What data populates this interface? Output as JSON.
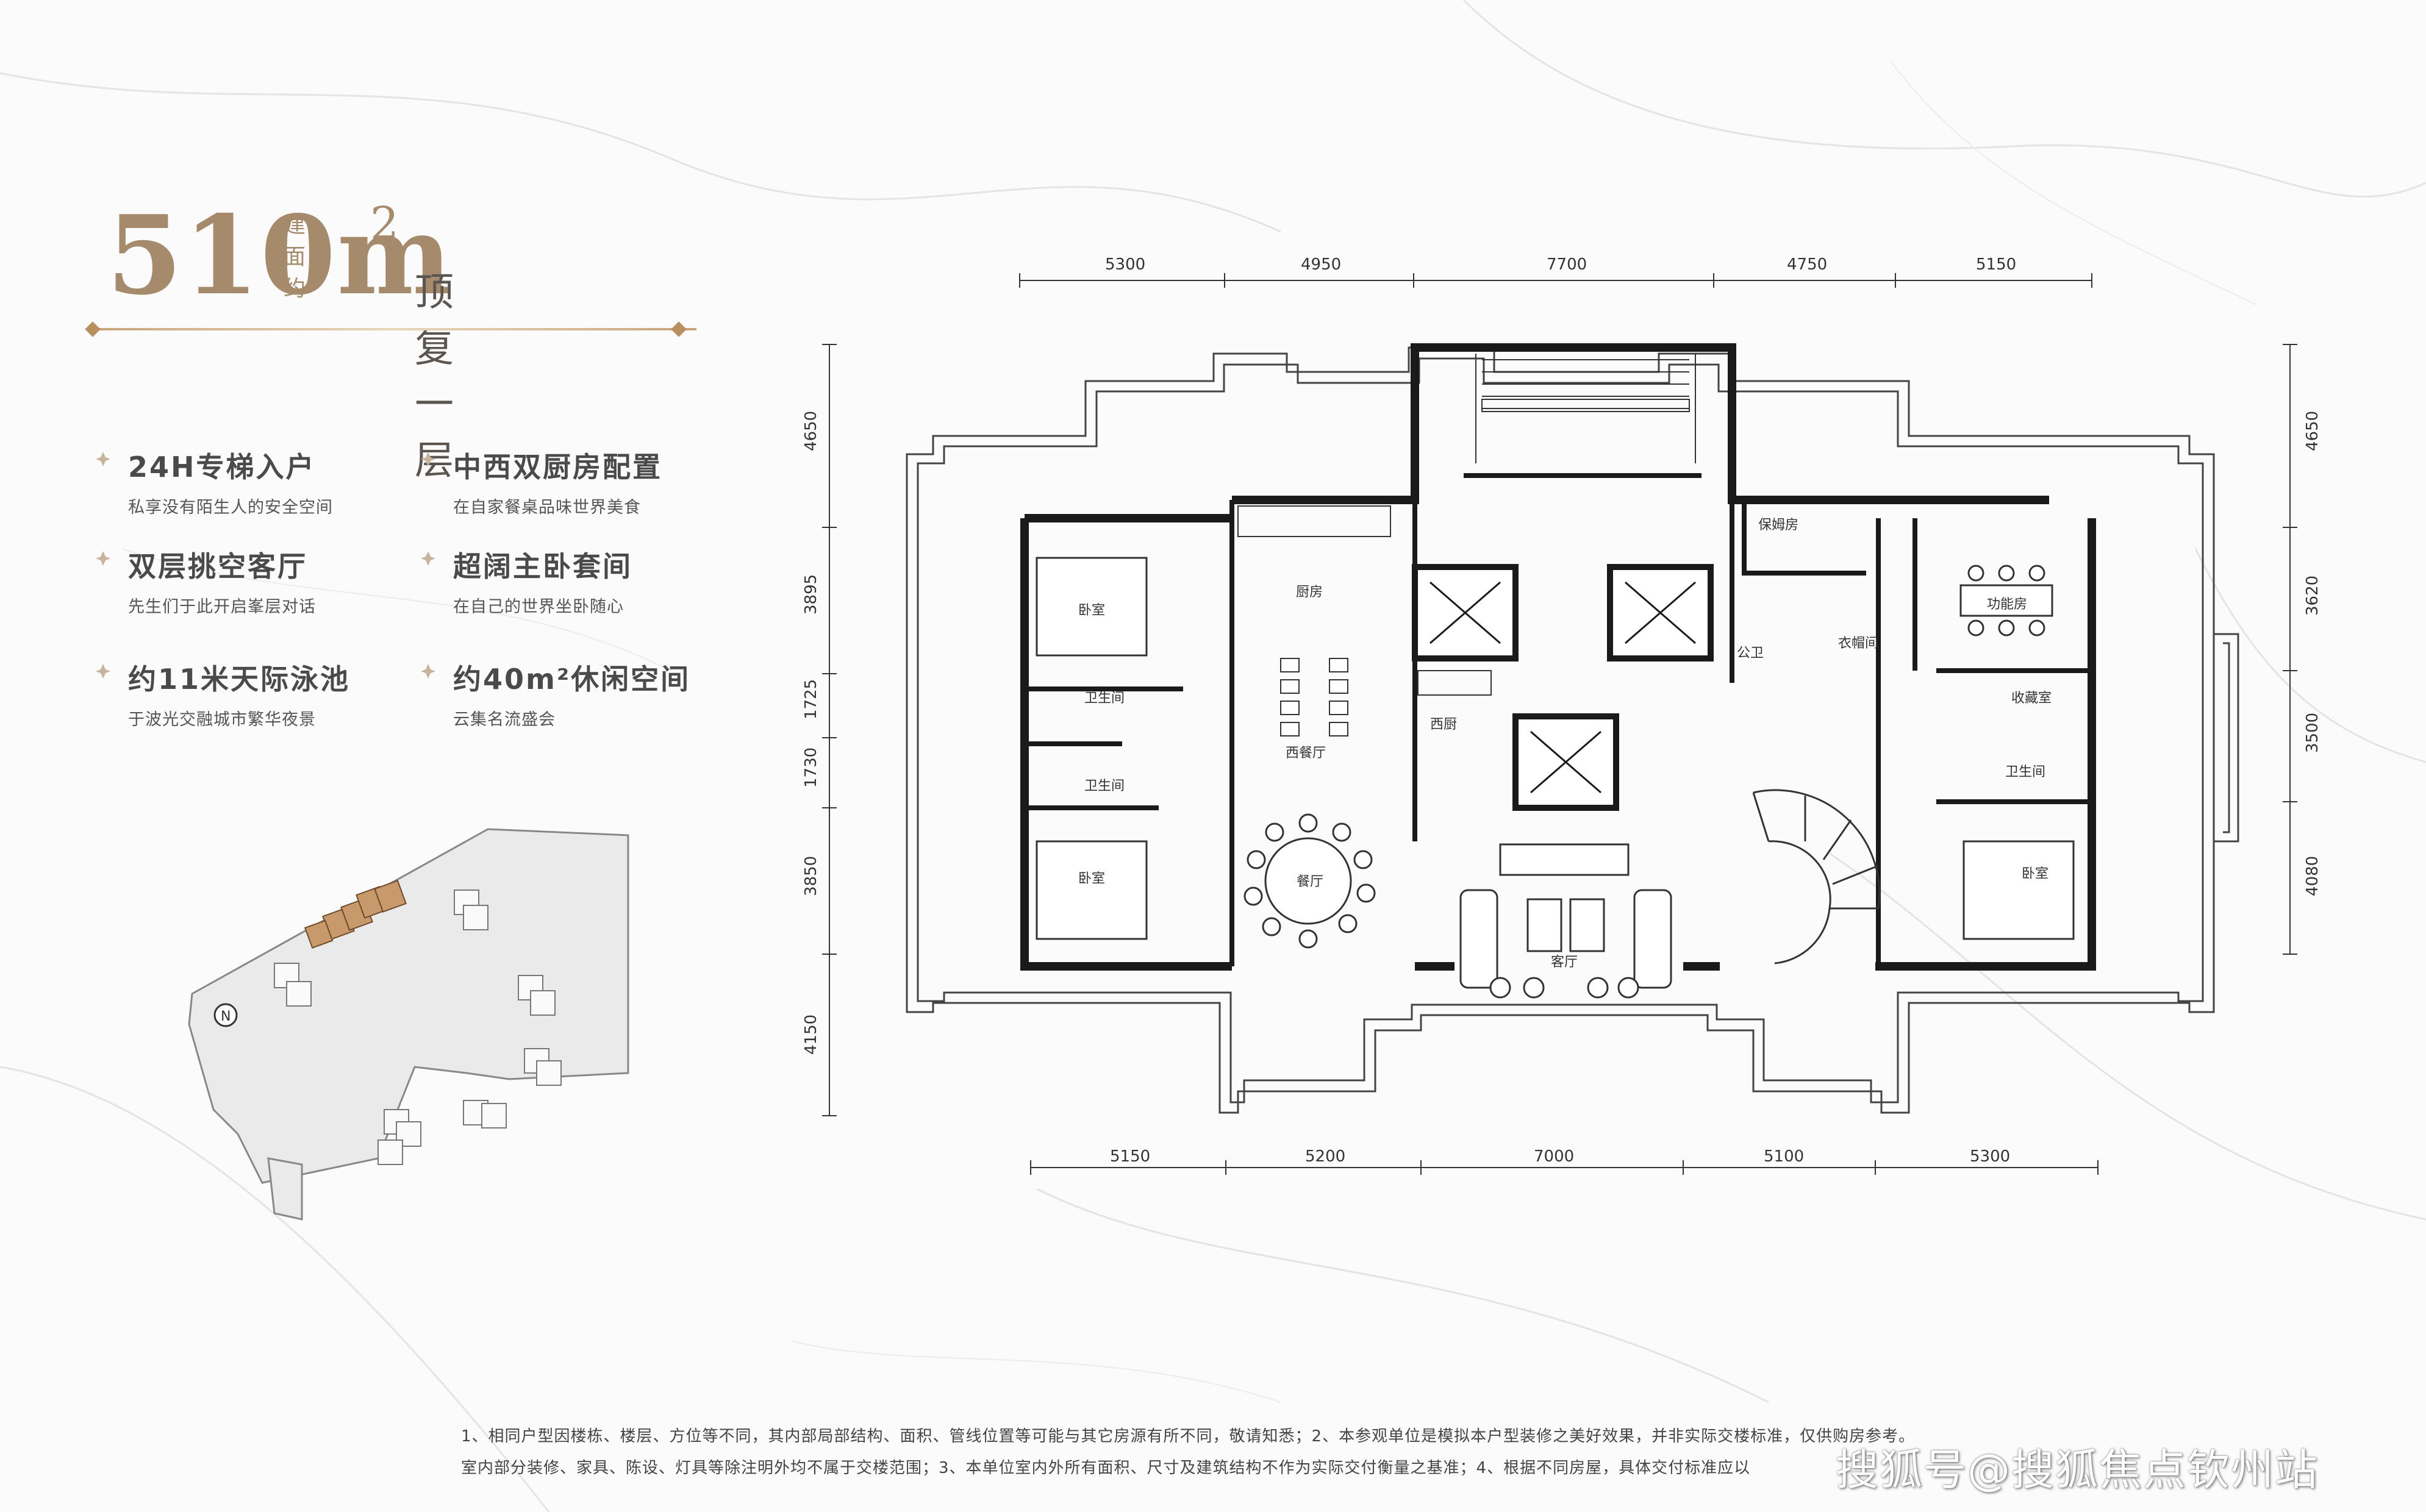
{
  "header": {
    "area_number": "510m",
    "area_sup": "2",
    "area_prefix": "建面约",
    "floor_name": "顶复一层"
  },
  "features": [
    {
      "title": "24H专梯入户",
      "desc": "私享没有陌生人的安全空间"
    },
    {
      "title": "中西双厨房配置",
      "desc": "在自家餐桌品味世界美食"
    },
    {
      "title": "双层挑空客厅",
      "desc": "先生们于此开启峯层对话"
    },
    {
      "title": "超阔主卧套间",
      "desc": "在自己的世界坐卧随心"
    },
    {
      "title": "约11米天际泳池",
      "desc": "于波光交融城市繁华夜景"
    },
    {
      "title": "约40m²休闲空间",
      "desc": "云集名流盛会"
    }
  ],
  "dimensions": {
    "top": [
      "5300",
      "4950",
      "7700",
      "4750",
      "5150"
    ],
    "bottom": [
      "5150",
      "5200",
      "7000",
      "5100",
      "5300"
    ],
    "left": [
      "4650",
      "3895",
      "1725",
      "1730",
      "3850",
      "4150"
    ],
    "right": [
      "4650",
      "3620",
      "3500",
      "4080"
    ]
  },
  "rooms": {
    "bedroom_left_top": "卧室",
    "bedroom_left_bottom": "卧室",
    "bathroom_1": "卫生间",
    "bathroom_2": "卫生间",
    "kitchen": "厨房",
    "western_dining": "西餐厅",
    "western_kitchen": "西厨",
    "dining": "餐厅",
    "living": "客厅",
    "nanny_room": "保姆房",
    "public_bath": "公卫",
    "wardrobe": "衣帽间",
    "function_room": "功能房",
    "storage": "收藏室",
    "bathroom_3": "卫生间",
    "bedroom_right": "卧室"
  },
  "site_map": {
    "compass": "N"
  },
  "notes": [
    "1、相同户型因楼栋、楼层、方位等不同，其内部局部结构、面积、管线位置等可能与其它房源有所不同，敬请知悉；2、本参观单位是模拟本户型装修之美好效果，并非实际交楼标准，仅供购房参考。",
    "室内部分装修、家具、陈设、灯具等除注明外均不属于交楼范围；3、本单位室内外所有面积、尺寸及建筑结构不作为实际交付衡量之基准；4、根据不同房屋，具体交付标准应以"
  ],
  "watermark": "搜狐号@搜狐焦点钦州站",
  "colors": {
    "accent_gold": "#a58a6b",
    "wall": "#1a1a1a"
  }
}
